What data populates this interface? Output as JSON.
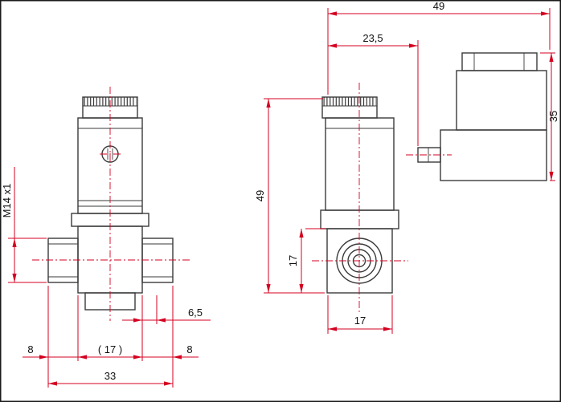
{
  "drawing": {
    "title": "solenoid-valve-dimension-drawing",
    "colors": {
      "dimension": "#d40020",
      "outline": "#3a3a3a",
      "text": "#111111",
      "background": "#ffffff"
    },
    "dimensions": {
      "total_depth": "49",
      "coil_depth": "23,5",
      "connector_height": "35",
      "total_height": "49",
      "port_block_height": "17",
      "port_block_width": "17",
      "port_offset": "6,5",
      "port_left_width": "8",
      "body_width_ref": "( 17 )",
      "port_right_width": "8",
      "total_width": "33",
      "thread_spec": "M14 x1"
    }
  }
}
